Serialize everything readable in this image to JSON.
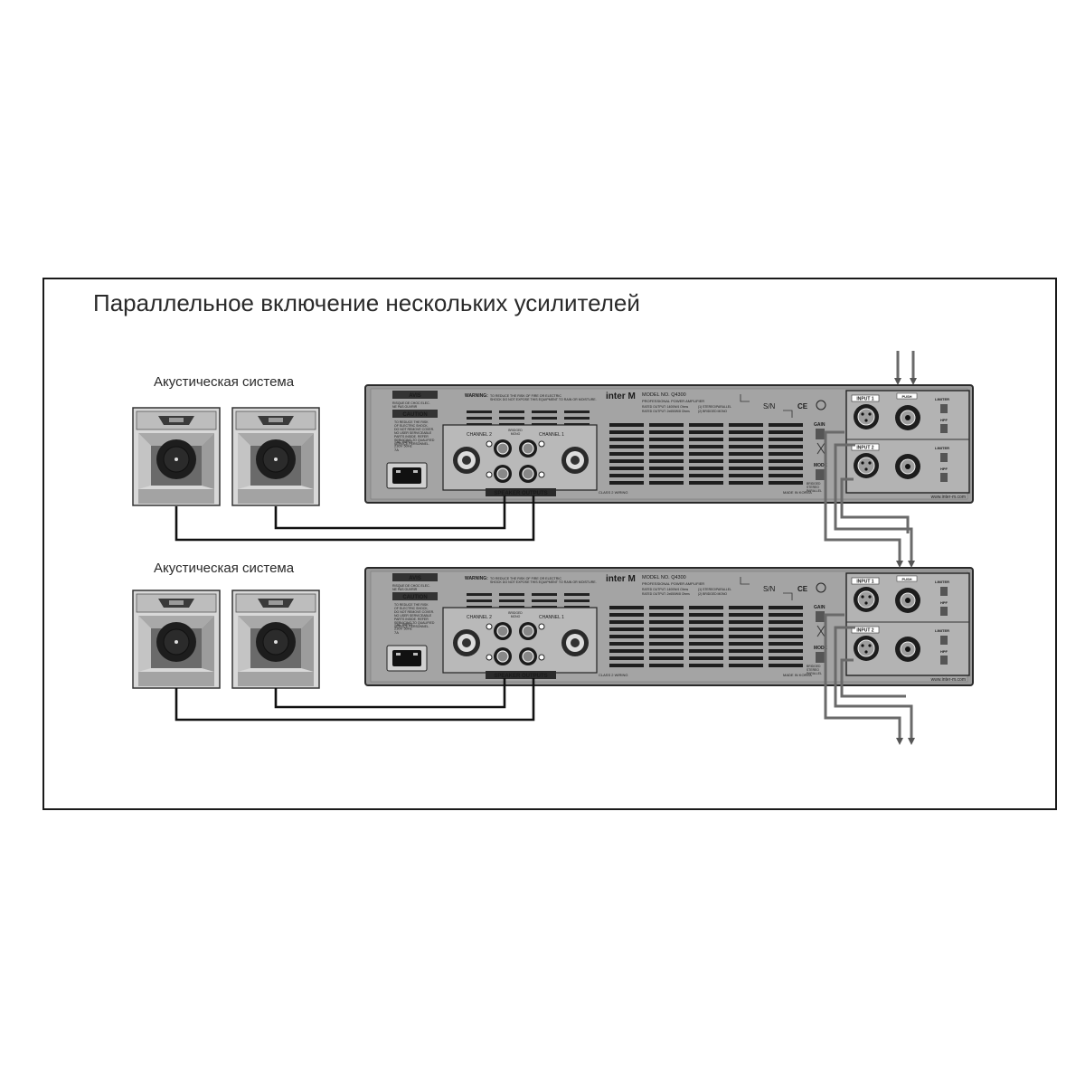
{
  "diagram": {
    "title": "Параллельное включение нескольких усилителей",
    "speaker_group_label": "Акустическая система",
    "amplifier": {
      "brand": "inter M",
      "model": "MODEL NO. Q4300",
      "subtitle": "PROFESSIONAL POWER AMPLIFIER",
      "rated_output_1": "RATED OUTPUT: 1400W/4 Ohms",
      "rated_output_2": "RATED OUTPUT: 2x650W/8 Ohms",
      "rated_mode_1": "(1) STEREO/PARALLEL",
      "rated_mode_2": "(2) BRIDGED MONO",
      "avis": "AVIS",
      "avis_text": "RISQUE DE CHOC ELEC.\nNE PAS OUVRIR",
      "caution": "CAUTION",
      "caution_text": "TO REDUCE THE RISK\nOF ELECTRIC SHOCK,\nDO NOT REMOVE COVER.\nNO USER SERVICEABLE\nPARTS INSIDE. REFER\nSERVICING TO QUALIFIED\nSERVICE PERSONNEL.",
      "ac_input": "~AC INPUT\n230V 50Hz\n7A",
      "warning": "WARNING:",
      "warning_text": "TO REDUCE THE RISK OF FIRE OR ELECTRIC\nSHOCK DO NOT EXPOSE THIS EQUIPMENT TO RAIN OR MOISTURE.",
      "channel_2": "CHANNEL 2",
      "channel_1": "CHANNEL 1",
      "bridged_mono": "BRIDGED\nMONO",
      "speaker_outputs": "SPEAKER OUTPUTS",
      "class2_wiring": "CLASS 2 WIRING",
      "made_in": "MADE IN KOREA",
      "sn": "S/N",
      "ce": "CE",
      "gain": "GAIN",
      "mode": "MODE",
      "mode_options": "BRIDGED\nSTEREO\nPARALLEL",
      "input_1": "INPUT 1",
      "input_2": "INPUT 2",
      "push": "PUSH",
      "limiter": "LIMITER",
      "hpf": "HPF",
      "website": "www.inter-m.com"
    }
  }
}
